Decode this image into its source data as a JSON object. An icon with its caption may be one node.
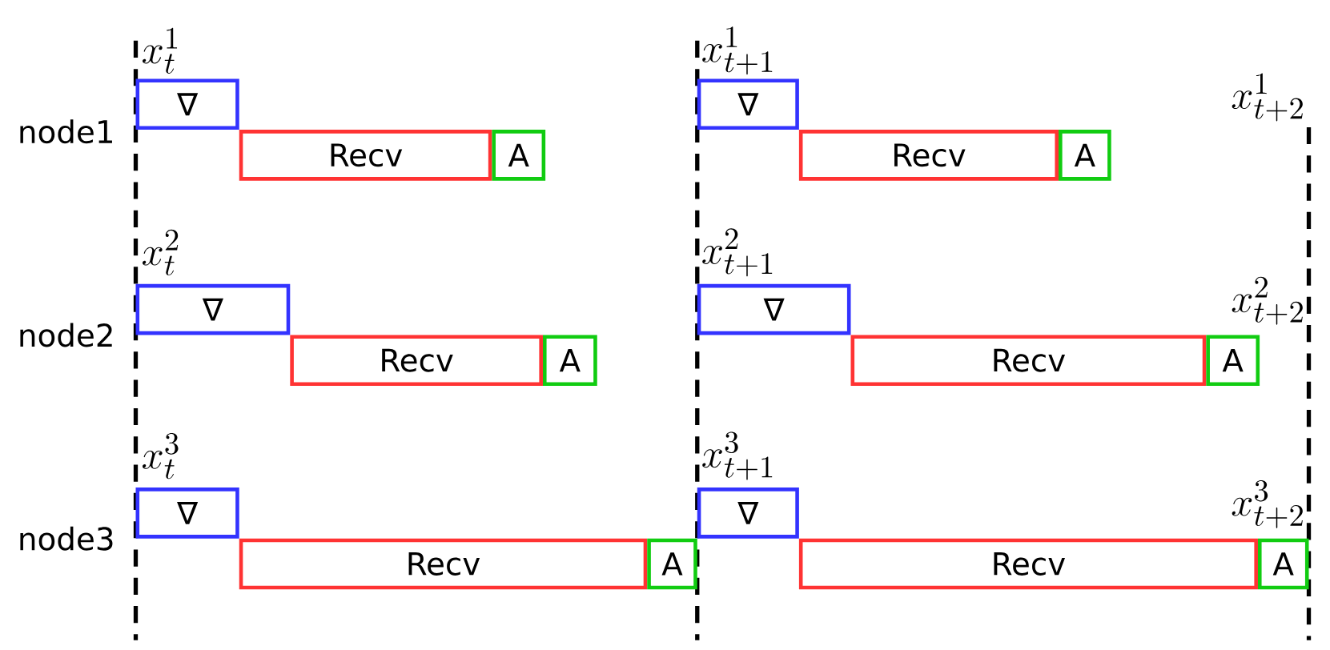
{
  "diagram": {
    "nodes": [
      {
        "text": [
          "∇"
        ]
      },
      {
        "text": [
          "Recv"
        ]
      },
      {
        "text": [
          "A"
        ]
      },
      {
        "text": [
          "∇"
        ]
      },
      {
        "text": [
          "Recv"
        ]
      },
      {
        "text": [
          "A"
        ]
      },
      {
        "text": [
          "∇"
        ]
      },
      {
        "text": [
          "Recv"
        ]
      },
      {
        "text": [
          "A"
        ]
      },
      {
        "text": [
          "∇"
        ]
      },
      {
        "text": [
          "Recv"
        ]
      },
      {
        "text": [
          "A"
        ]
      },
      {
        "text": [
          "∇"
        ]
      },
      {
        "text": [
          "Recv"
        ]
      },
      {
        "text": [
          "A"
        ]
      },
      {
        "text": [
          "∇"
        ]
      },
      {
        "text": [
          "Recv"
        ]
      },
      {
        "text": [
          "A"
        ]
      }
    ],
    "edges": [],
    "labels": [
      "x^{1}_{t}",
      "x^{1}_{t+1}",
      "node1",
      "x^{1}_{t+2}",
      "x^{2}_{t}",
      "x^{2}_{t+1}",
      "node2",
      "x^{2}_{t+2}",
      "x^{3}_{t}",
      "x^{3}_{t+1}",
      "node3",
      "x^{3}_{t+2}"
    ]
  }
}
